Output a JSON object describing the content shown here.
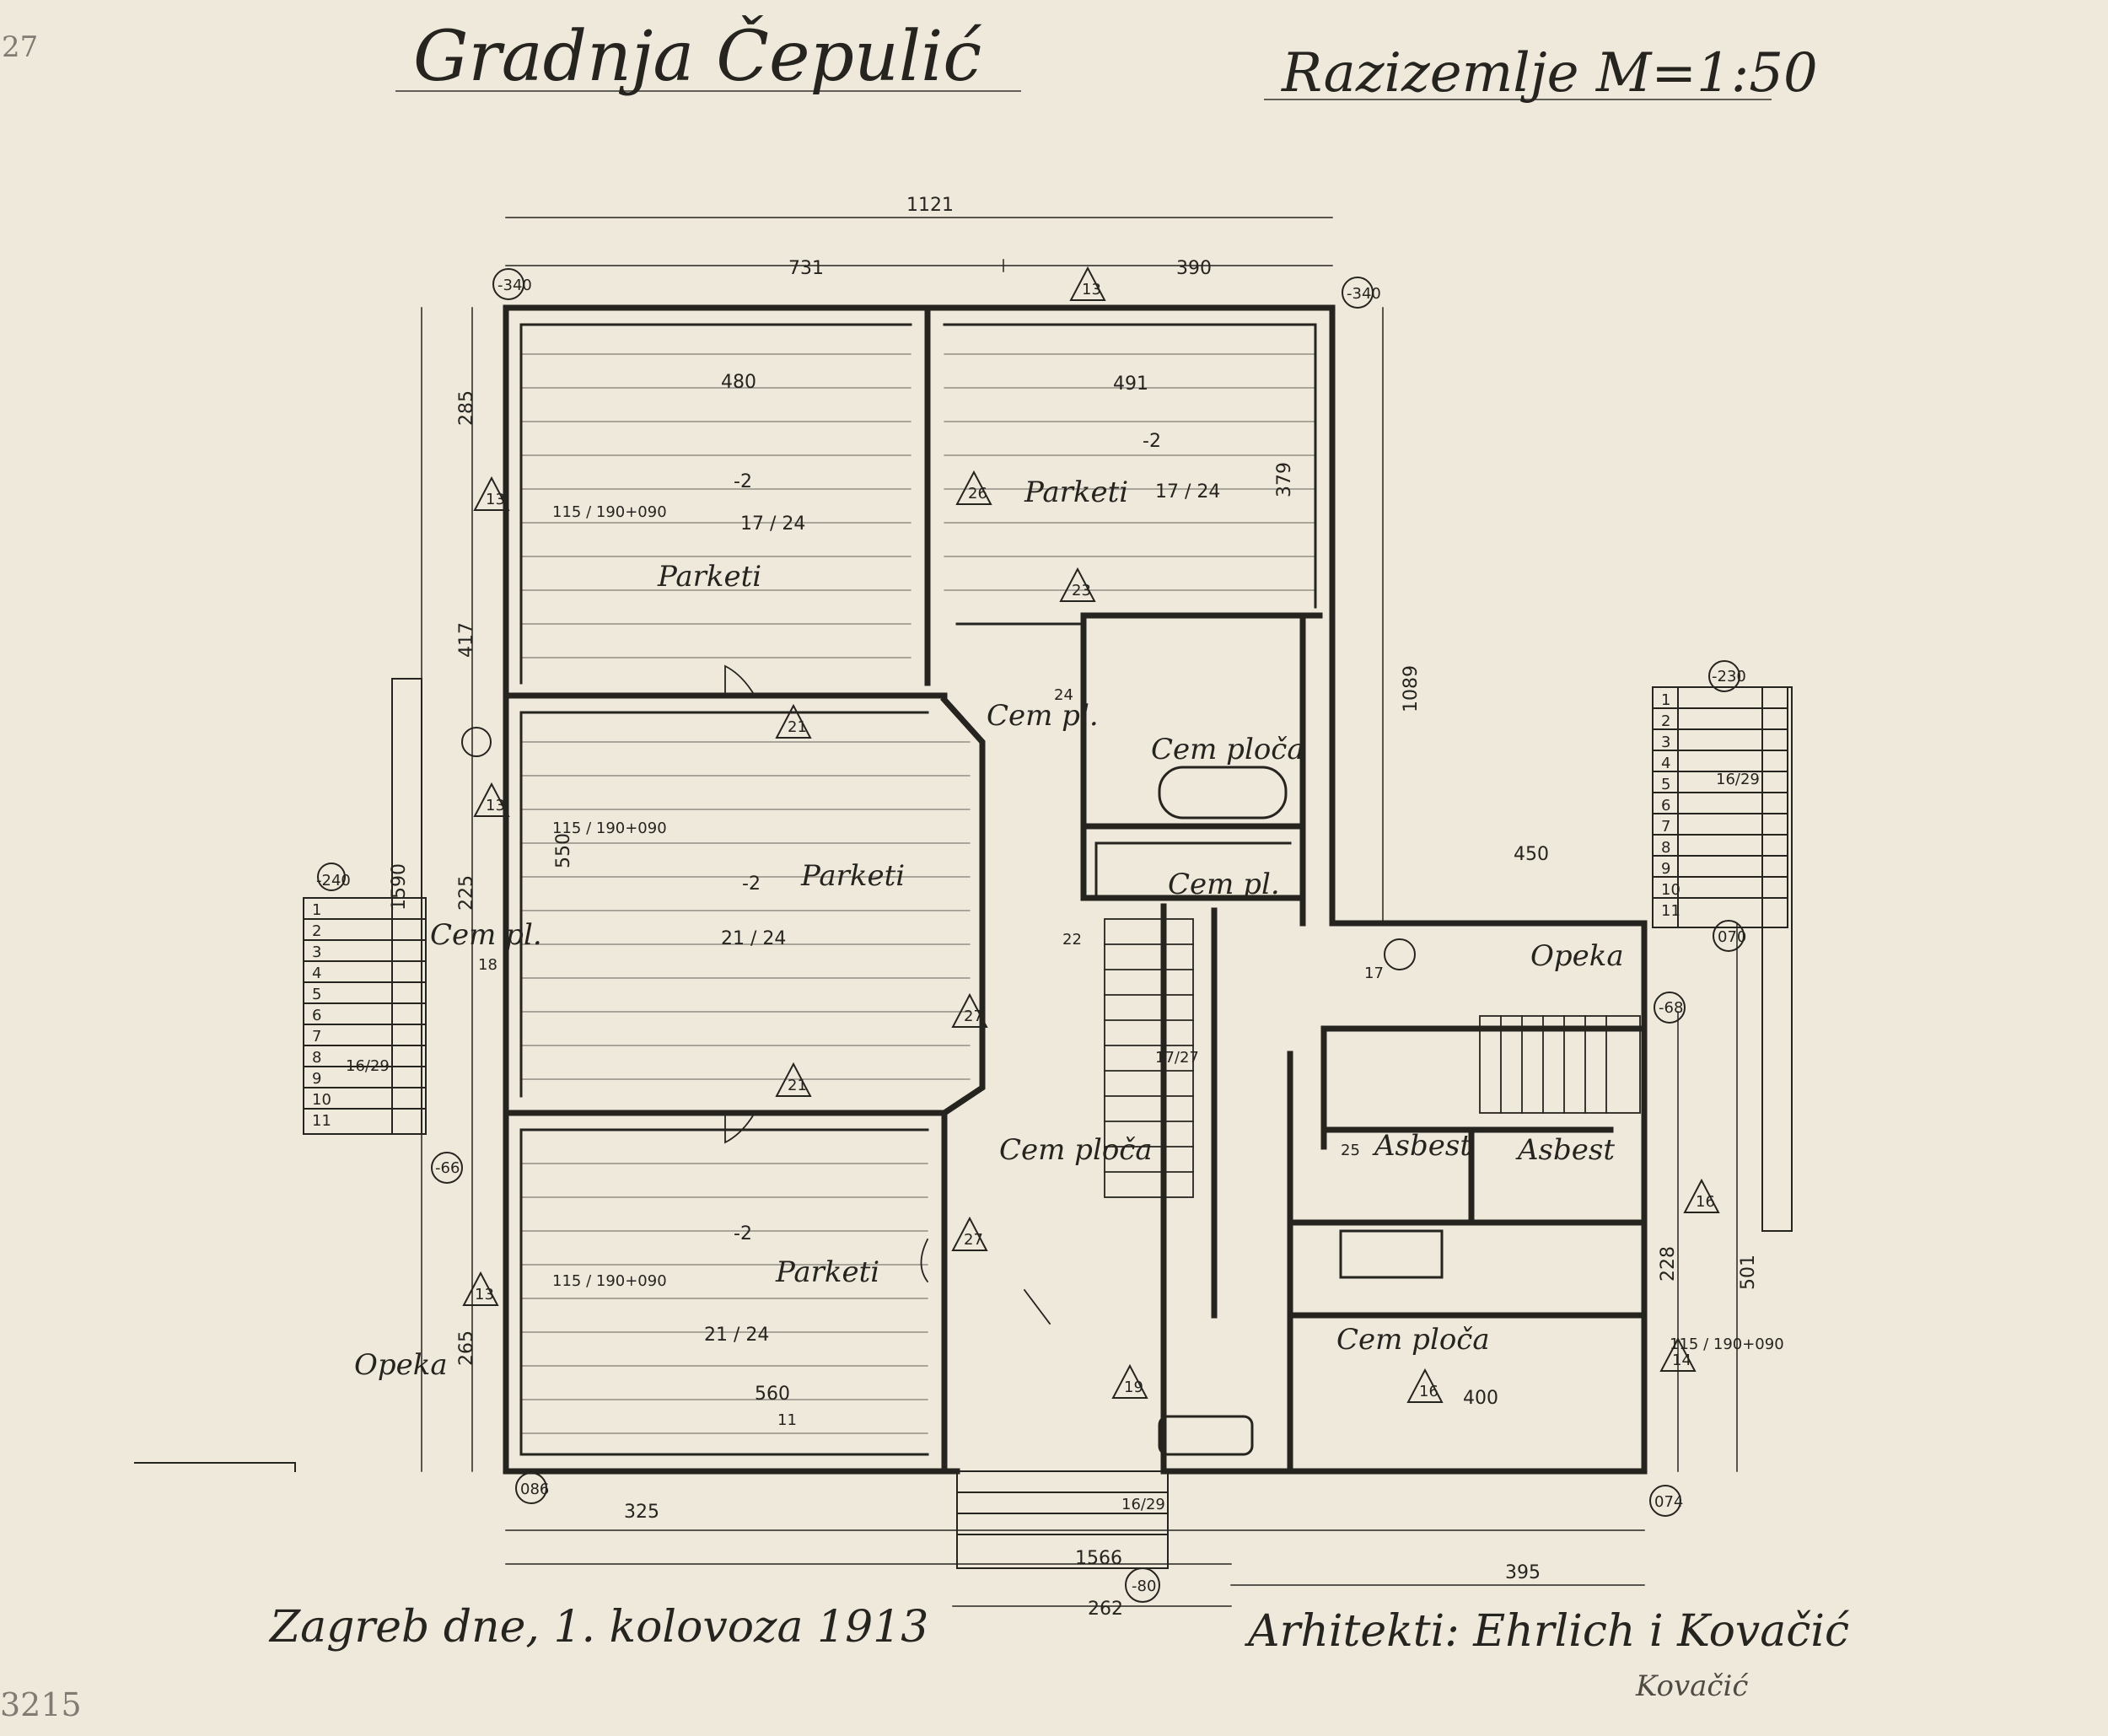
{
  "header": {
    "title": "Gradnja Čepulić",
    "scale": "Razizemlje M=1:50"
  },
  "footer": {
    "date": "Zagreb dne, 1. kolovoza 1913",
    "architects": "Arhitekti: Ehrlich i Kovačić",
    "signature": "Kovačić",
    "sheet_number": "3215",
    "sheet_circle": "27"
  },
  "rooms": {
    "r1_material": "Parketi",
    "r1_dims": "17 / 24",
    "r1_level": "-2",
    "r2_material": "Parketi",
    "r2_dims": "17 / 24",
    "r2_level": "-2",
    "r3_material": "Parketi",
    "r3_dims": "21 / 24",
    "r3_level": "-2",
    "r4_material": "Parketi",
    "r4_dims": "21 / 24",
    "r4_level": "-2",
    "hall_a": "Cem pl.",
    "bath": "Cem ploča",
    "wc": "Cem pl.",
    "corridor": "Cem ploča",
    "kitchen": "Cem ploča",
    "asbest_1": "Asbest",
    "asbest_2": "Asbest",
    "opeka_right": "Opeka",
    "opeka_left": "Opeka",
    "cem_left": "Cem pl."
  },
  "dimensions": {
    "total_width": "1121",
    "left_width": "731",
    "right_width": "390",
    "room1_w": "480",
    "room2_w": "491",
    "room3_h": "550",
    "total_height": "1590",
    "right_height": "1089",
    "room2_h": "379",
    "bottom_room_w": "560",
    "kitchen_w": "400",
    "bottom_left": "325",
    "bottom_right": "395",
    "bottom_total": "1566",
    "steps_w": "262",
    "terrace": "450",
    "h_285": "285",
    "h_417": "417",
    "h_225": "225",
    "h_265": "265",
    "h_501": "501",
    "h_228": "228"
  },
  "levels": {
    "tl": "-340",
    "tr": "-340",
    "bl": "086",
    "br": "074",
    "left_stair": "-240",
    "right_stair": "-230",
    "right_mid": "-68",
    "entry": "-80",
    "left_mid": "-66",
    "right_070": "070"
  },
  "markers": {
    "m13": "13",
    "m21": "21",
    "m23": "23",
    "m26": "26",
    "m27": "27",
    "m16": "16",
    "m22": "22",
    "m25": "25",
    "m11": "11",
    "m19": "19",
    "m17": "17",
    "m18": "18",
    "m14": "14",
    "m24": "24"
  },
  "stairs": {
    "left": [
      "1",
      "2",
      "3",
      "4",
      "5",
      "6",
      "7",
      "8",
      "9",
      "10",
      "11"
    ],
    "right": [
      "1",
      "2",
      "3",
      "4",
      "5",
      "6",
      "7",
      "8",
      "9",
      "10",
      "11"
    ],
    "left_ratio": "16/29",
    "right_ratio": "16/29",
    "inner_ratio": "17/27",
    "entry_ratio": "16/29"
  },
  "windows": {
    "w1": "115 / 190+090",
    "w2": "115 / 190+090",
    "w3": "115 / 190+090",
    "w4": "115 / 190+090"
  }
}
